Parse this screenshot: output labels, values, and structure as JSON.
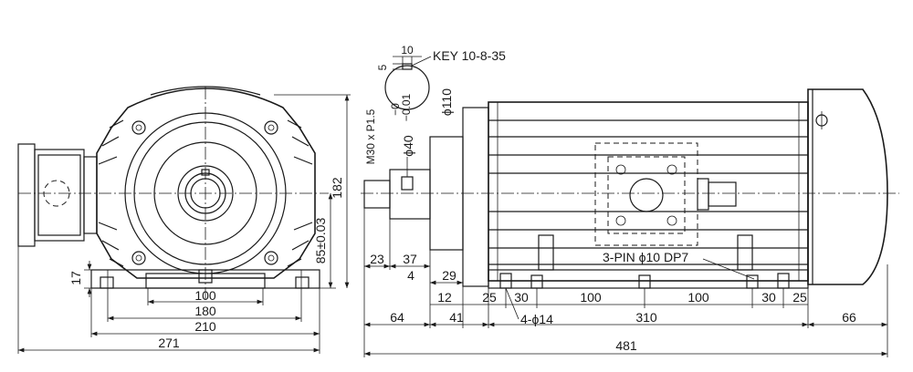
{
  "left_view": {
    "dims": {
      "d271": "271",
      "d210": "210",
      "d180": "180",
      "d100": "100",
      "d17": "17",
      "d85": "85±0.03",
      "d182": "182"
    }
  },
  "side_view": {
    "labels": {
      "key": "KEY 10-8-35",
      "key_w": "10",
      "key_h": "5",
      "thread": "M30 x P1.5",
      "shaft_dia": "ϕ40",
      "shaft_tol_upper": "−0",
      "shaft_tol_lower": "−0.01",
      "flange_dia": "ϕ110",
      "pin": "3-PIN ϕ10 DP7",
      "holes": "4-ϕ14"
    },
    "dims": {
      "d23": "23",
      "d37": "37",
      "d4": "4",
      "d29": "29",
      "d12": "12",
      "d25a": "25",
      "d30a": "30",
      "d100a": "100",
      "d100b": "100",
      "d30b": "30",
      "d25b": "25",
      "d64": "64",
      "d41": "41",
      "d310": "310",
      "d66": "66",
      "d481": "481"
    }
  }
}
